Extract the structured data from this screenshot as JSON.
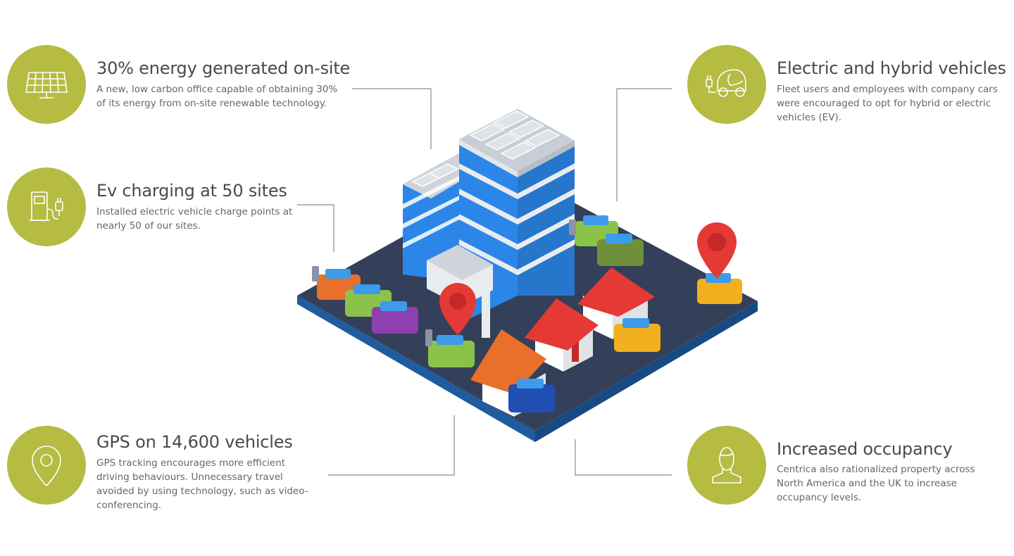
{
  "features": [
    {
      "id": "onsite-energy",
      "title": "30% energy generated on-site",
      "description": "A new, low carbon office capable of obtaining 30% of its energy from on-site renewable technology.",
      "icon": "solar-panel-icon"
    },
    {
      "id": "ev-charging",
      "title": "Ev charging at 50 sites",
      "description": "Installed electric vehicle charge points at nearly 50 of our sites.",
      "icon": "charging-station-icon"
    },
    {
      "id": "gps",
      "title": "GPS on 14,600 vehicles",
      "description": "GPS tracking encourages more efficient driving behaviours. Unnecessary travel avoided by using technology, such as video-conferencing.",
      "icon": "location-pin-icon"
    },
    {
      "id": "electric-hybrid",
      "title": "Electric and hybrid vehicles",
      "description": "Fleet users and employees with company cars were encouraged to opt for hybrid or electric vehicles (EV).",
      "icon": "electric-car-icon"
    },
    {
      "id": "occupancy",
      "title": "Increased occupancy",
      "description": "Centrica also rationalized property across North America and the UK to increase occupancy levels.",
      "icon": "person-icon"
    }
  ],
  "colors": {
    "circle": "#b6bb42",
    "title": "#4a4a4a",
    "text": "#666666",
    "connector": "#8a8a8a",
    "ground": "#34405a",
    "ground_edge": "#1f5b9e",
    "building_blue": "#2c86e8",
    "pin_red": "#e53935"
  }
}
